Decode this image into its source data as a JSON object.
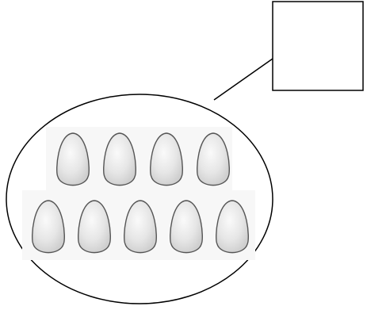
{
  "diagram": {
    "answer_box": {
      "value": ""
    },
    "group": {
      "rows": [
        {
          "egg_count": 4
        },
        {
          "egg_count": 5
        }
      ],
      "total_eggs": 9
    },
    "colors": {
      "stroke": "#000000",
      "egg_fill": "#ececec",
      "egg_outline": "#555555",
      "photo_backdrop": "#f6f6f6"
    }
  }
}
